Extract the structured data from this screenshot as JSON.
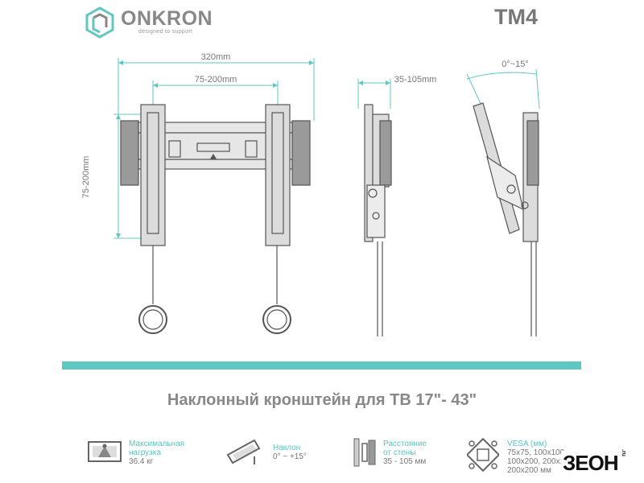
{
  "header": {
    "brand": "ONKRON",
    "slogan": "designed to support",
    "model": "TM4"
  },
  "dimensions": {
    "width_overall": "320mm",
    "vesa_horizontal": "75-200mm",
    "vesa_vertical": "75-200mm",
    "wall_distance": "35-105mm",
    "tilt": "0°~15°"
  },
  "headline": "Наклонный кронштейн для ТВ 17\"- 43\"",
  "features": [
    {
      "title_lines": [
        "Максимальная",
        "нагрузка"
      ],
      "value_lines": [
        "36.4 кг"
      ]
    },
    {
      "title_lines": [
        "Наклон"
      ],
      "value_lines": [
        "0° ~ +15°"
      ]
    },
    {
      "title_lines": [
        "Расстояние",
        "от стены"
      ],
      "value_lines": [
        "35 - 105 мм"
      ]
    },
    {
      "title_lines": [
        "VESA (мм)"
      ],
      "value_lines": [
        "75x75, 100x100,",
        "100x200, 200x100,",
        "200x200 мм"
      ]
    }
  ],
  "watermark": {
    "main": "ЗЕОН",
    "suffix": ".ru"
  },
  "colors": {
    "accent": "#5fc7c2",
    "text": "#777777",
    "brand": "#888888"
  }
}
